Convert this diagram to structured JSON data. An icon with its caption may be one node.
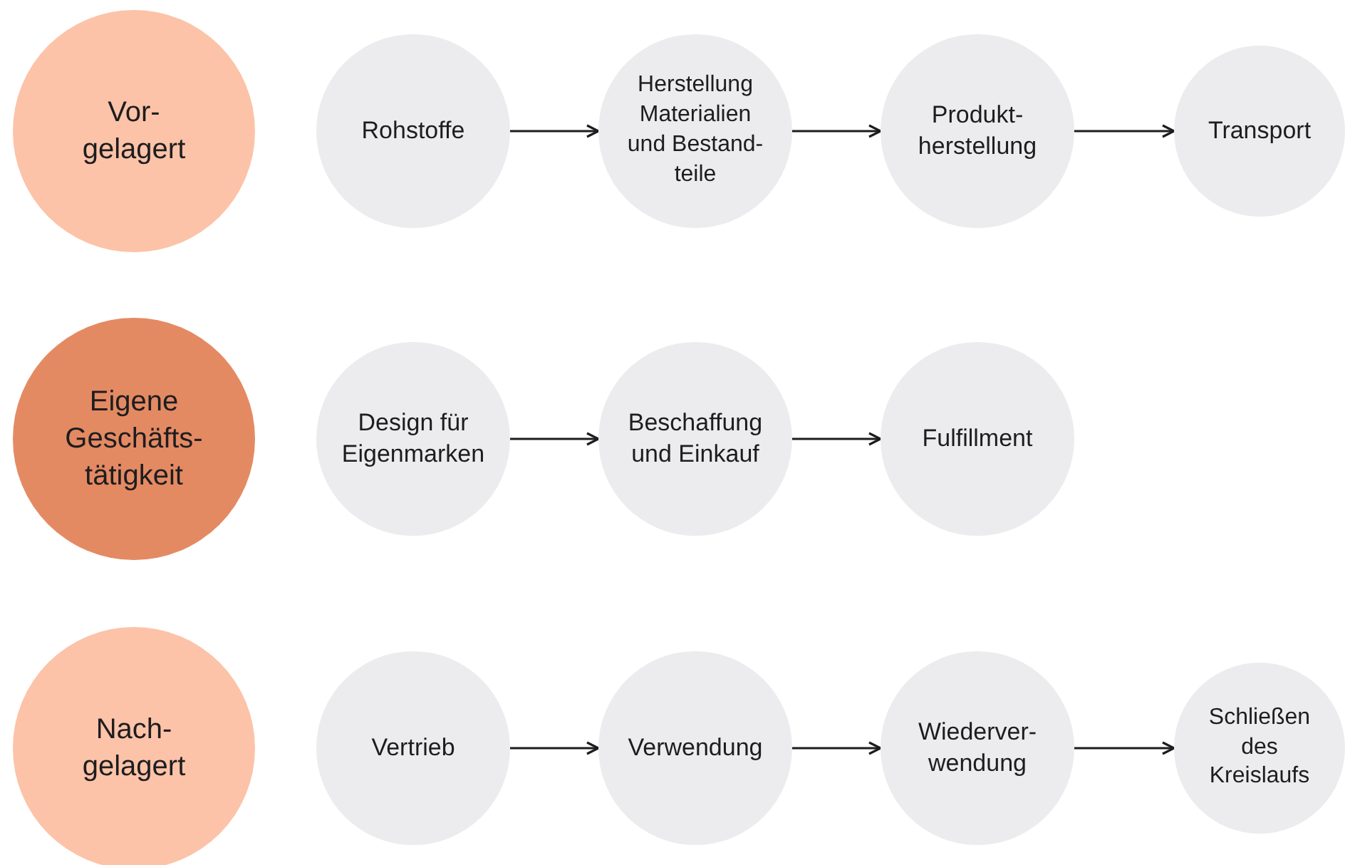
{
  "diagram": {
    "nodes": [
      {
        "text": [
          "Vor- gelagert"
        ]
      },
      {
        "text": [
          "Rohstoffe"
        ]
      },
      {
        "text": [
          "Herstellung Materialien und Bestand- teile"
        ]
      },
      {
        "text": [
          "Produkt- herstellung"
        ]
      },
      {
        "text": [
          "Transport"
        ]
      },
      {
        "text": [
          "Eigene Geschäfts- tätigkeit"
        ]
      },
      {
        "text": [
          "Design für Eigenmarken"
        ]
      },
      {
        "text": [
          "Beschaffung und Einkauf"
        ]
      },
      {
        "text": [
          "Fulfillment"
        ]
      },
      {
        "text": [
          "Nach- gelagert"
        ]
      },
      {
        "text": [
          "Vertrieb"
        ]
      },
      {
        "text": [
          "Verwendung"
        ]
      },
      {
        "text": [
          "Wiederver- wendung"
        ]
      },
      {
        "text": [
          "Schließen des Kreislaufs"
        ]
      }
    ],
    "edges": [
      {
        "from": 1,
        "to": 2,
        "arrow": "to"
      },
      {
        "from": 2,
        "to": 3,
        "arrow": "to"
      },
      {
        "from": 3,
        "to": 4,
        "arrow": "to"
      },
      {
        "from": 6,
        "to": 7,
        "arrow": "to"
      },
      {
        "from": 7,
        "to": 8,
        "arrow": "to"
      },
      {
        "from": 10,
        "to": 11,
        "arrow": "to"
      },
      {
        "from": 11,
        "to": 12,
        "arrow": "to"
      },
      {
        "from": 12,
        "to": 13,
        "arrow": "to"
      }
    ]
  }
}
